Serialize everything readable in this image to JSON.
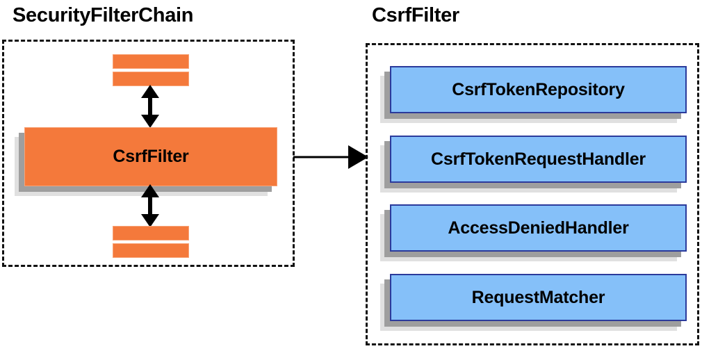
{
  "diagram": {
    "title_left": "SecurityFilterChain",
    "title_right": "CsrfFilter",
    "chain": {
      "main_node_label": "CsrfFilter",
      "bars_above_count": 2,
      "bars_below_count": 2,
      "arrow_above": "double-headed-vertical-arrow",
      "arrow_below": "double-headed-vertical-arrow"
    },
    "connector": {
      "kind": "arrow-right",
      "from": "SecurityFilterChain",
      "to": "CsrfFilter"
    },
    "collaborators": [
      {
        "label": "CsrfTokenRepository"
      },
      {
        "label": "CsrfTokenRequestHandler"
      },
      {
        "label": "AccessDeniedHandler"
      },
      {
        "label": "RequestMatcher"
      }
    ],
    "colors": {
      "orange_fill": "#F4793B",
      "orange_border": "#F8A377",
      "blue_fill": "#85C0F9",
      "blue_border": "#2B3A9B",
      "shadow_dark": "#9E9E9E",
      "shadow_light": "#E0E0E0",
      "outline": "#111111",
      "text": "#000000",
      "background": "#FFFFFF"
    }
  }
}
